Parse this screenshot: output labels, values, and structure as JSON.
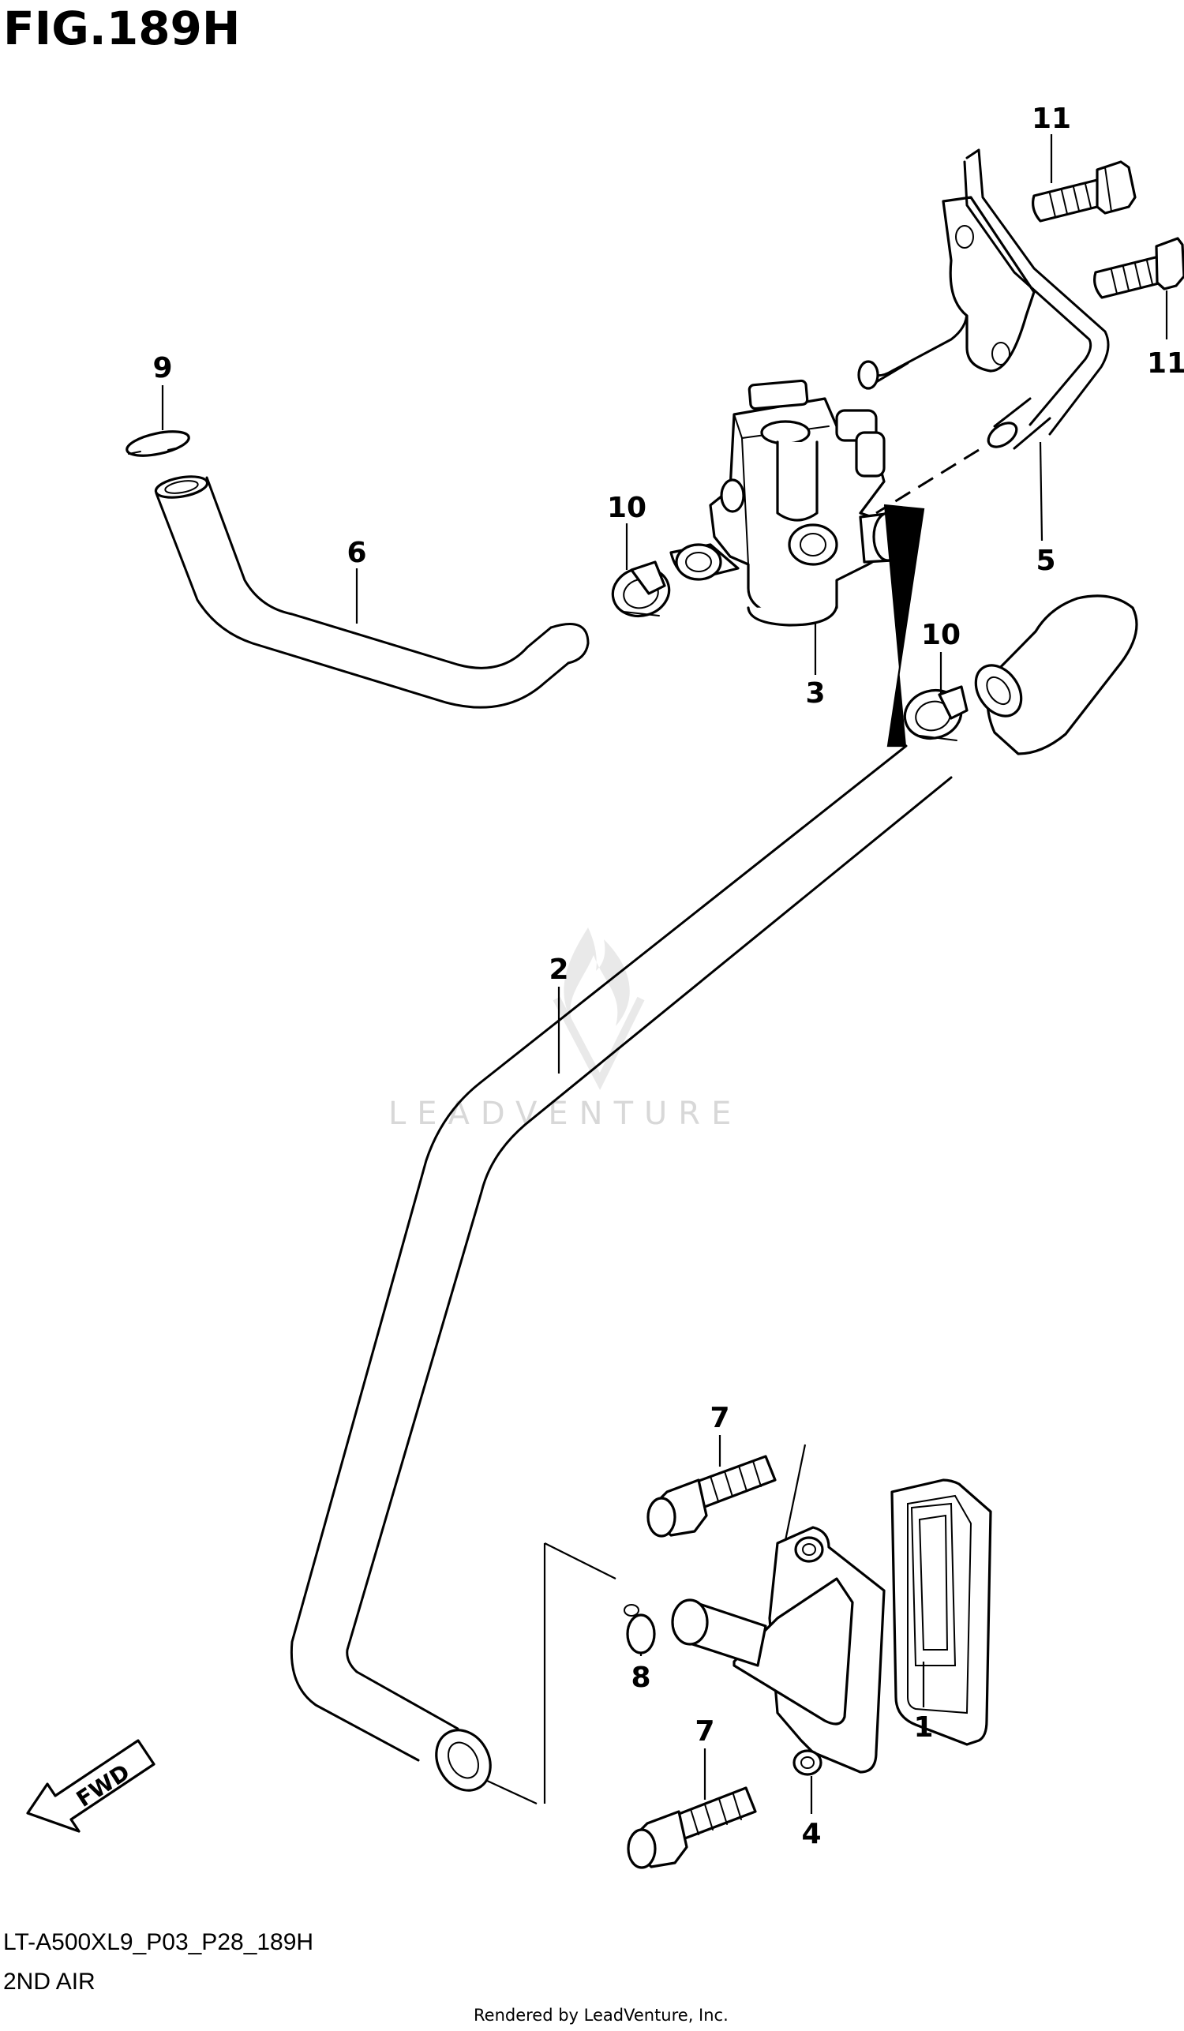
{
  "figure": {
    "title": "FIG.189H",
    "model_code": "LT-A500XL9_P03_P28_189H",
    "section_name": "2ND AIR",
    "rendered_by": "Rendered by LeadVenture, Inc.",
    "watermark": "LEADVENTURE",
    "direction_label": "FWD"
  },
  "callouts": [
    {
      "id": "c11a",
      "label": "11"
    },
    {
      "id": "c11b",
      "label": "11"
    },
    {
      "id": "c9",
      "label": "9"
    },
    {
      "id": "c10a",
      "label": "10"
    },
    {
      "id": "c6",
      "label": "6"
    },
    {
      "id": "c5",
      "label": "5"
    },
    {
      "id": "c3",
      "label": "3"
    },
    {
      "id": "c10b",
      "label": "10"
    },
    {
      "id": "c2",
      "label": "2"
    },
    {
      "id": "c7a",
      "label": "7"
    },
    {
      "id": "c8",
      "label": "8"
    },
    {
      "id": "c1",
      "label": "1"
    },
    {
      "id": "c7b",
      "label": "7"
    },
    {
      "id": "c4",
      "label": "4"
    }
  ]
}
